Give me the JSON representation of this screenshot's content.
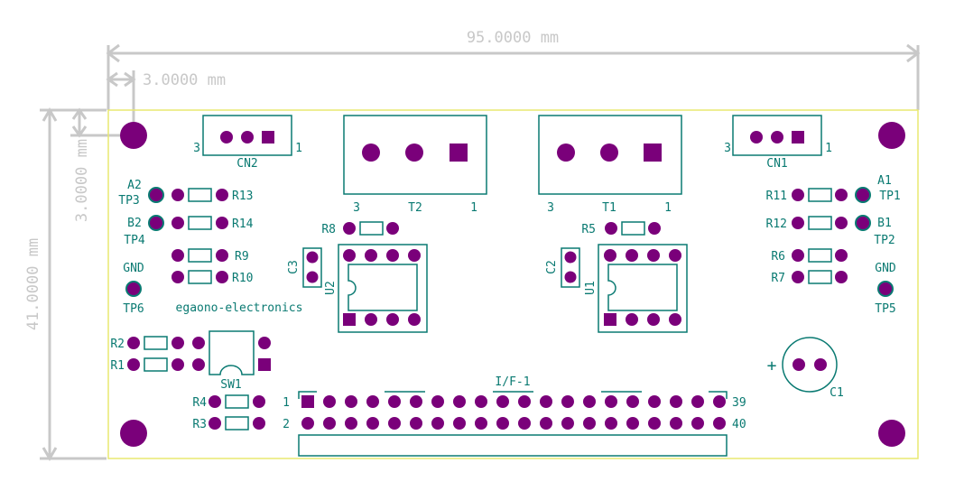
{
  "colors": {
    "background": "#ffffff",
    "board_outline": "#e8e870",
    "silkscreen": "#0a7a72",
    "pad": "#7a007a",
    "dimension": "#c8c8c8"
  },
  "dimensions": {
    "board_width": "95.0000 mm",
    "hole_offset_x": "3.0000 mm",
    "board_height": "41.0000 mm",
    "hole_offset_y": "3.0000 mm"
  },
  "labels": {
    "CN2": "CN2",
    "CN2_pin3": "3",
    "CN2_pin1": "1",
    "CN1": "CN1",
    "CN1_pin3": "3",
    "CN1_pin1": "1",
    "T2": "T2",
    "T2_pin3": "3",
    "T2_pin1": "1",
    "T1": "T1",
    "T1_pin3": "3",
    "T1_pin1": "1",
    "A2": "A2",
    "TP3": "TP3",
    "B2": "B2",
    "TP4": "TP4",
    "GND_left": "GND",
    "TP6": "TP6",
    "A1": "A1",
    "TP1": "TP1",
    "B1": "B1",
    "TP2": "TP2",
    "GND_right": "GND",
    "TP5": "TP5",
    "R13": "R13",
    "R14": "R14",
    "R9": "R9",
    "R10": "R10",
    "R11": "R11",
    "R12": "R12",
    "R6": "R6",
    "R7": "R7",
    "R8": "R8",
    "R5": "R5",
    "C3": "C3",
    "C2": "C2",
    "U2": "U2",
    "U1": "U1",
    "brand": "egaono-electronics",
    "R2": "R2",
    "R1": "R1",
    "SW1": "SW1",
    "R4": "R4",
    "R3": "R3",
    "C1": "C1",
    "C1_plus": "+",
    "IF1": "I/F-1",
    "hdr_pin1": "1",
    "hdr_pin2": "2",
    "hdr_pin39": "39",
    "hdr_pin40": "40"
  }
}
